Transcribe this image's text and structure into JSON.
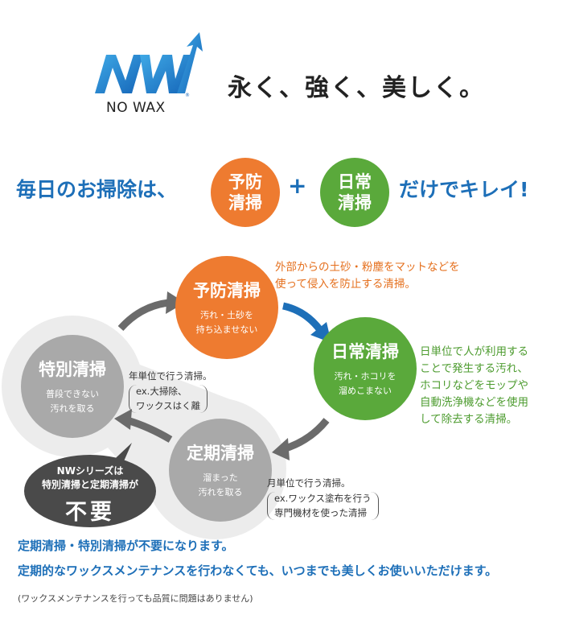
{
  "brand": {
    "name": "NO WAX",
    "logo_letters": "NW",
    "registered": "®"
  },
  "tagline": "永く、強く、美しく。",
  "headline": {
    "left": "毎日のお掃除は、",
    "circle1": [
      "予防",
      "清掃"
    ],
    "plus": "+",
    "circle2": [
      "日常",
      "清掃"
    ],
    "right": "だけでキレイ!"
  },
  "cycle": {
    "prevention": {
      "title": "予防清掃",
      "sub": [
        "汚れ・土砂を",
        "持ち込ませない"
      ],
      "desc": [
        "外部からの土砂・粉塵をマットなどを",
        "使って侵入を防止する清掃。"
      ]
    },
    "daily": {
      "title": "日常清掃",
      "sub": [
        "汚れ・ホコリを",
        "溜めこまない"
      ],
      "desc": [
        "日単位で人が利用する",
        "ことで発生する汚れ、",
        "ホコリなどをモップや",
        "自動洗浄機などを使用",
        "して除去する清掃。"
      ]
    },
    "periodic": {
      "title": "定期清掃",
      "sub": [
        "溜まった",
        "汚れを取る"
      ],
      "note": "月単位で行う清掃。",
      "note_paren": [
        "ex.ワックス塗布を行う",
        "専門機材を使った清掃"
      ]
    },
    "special": {
      "title": "特別清掃",
      "sub": [
        "普段できない",
        "汚れを取る"
      ],
      "note": "年単位で行う清掃。",
      "note_paren": [
        "ex.大掃除、",
        "ワックスはく離"
      ]
    }
  },
  "bubble": {
    "line1": "NWシリーズは",
    "line2": "特別清掃と定期清掃が",
    "big": "不要"
  },
  "footer": {
    "line1": "定期清掃・特別清掃が不要になります。",
    "line2": "定期的なワックスメンテナンスを行わなくても、いつまでも美しくお使いいただけます。",
    "note": "(ワックスメンテナンスを行っても品質に問題はありません)"
  },
  "colors": {
    "blue": "#1d6fb8",
    "orange": "#ee7b30",
    "green": "#5aa93b",
    "gray": "#a9a9a9",
    "dark": "#4a4a4a"
  }
}
